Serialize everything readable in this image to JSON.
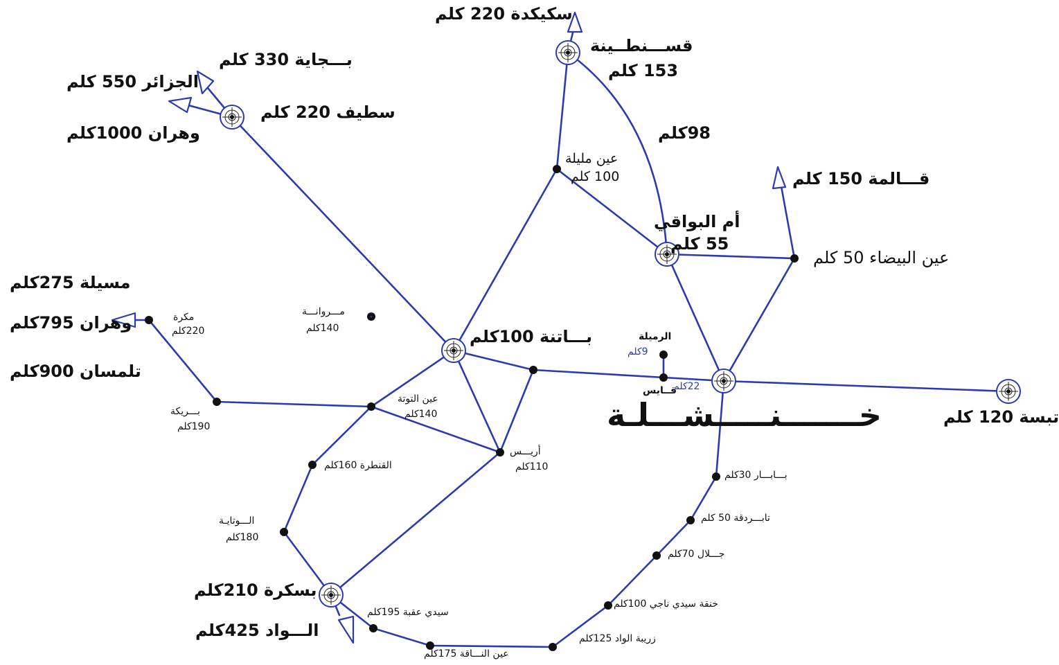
{
  "colors": {
    "road": "#2a3bb0",
    "node": "#111111",
    "text": "#111111",
    "accent_text": "#2a3bb0"
  },
  "title": "خـــــــنـــــشـــلـة",
  "labels": {
    "skikda": "سكيكدة  220 كلم",
    "constantine_name": "قســـنطــينة",
    "constantine_km": "153 كلم",
    "bejaia": "بـــجاية   330 كلم",
    "alger": "الجزائر   550 كلم",
    "setif": "سطيف   220 كلم",
    "oran_north": "وهران 1000كلم",
    "d98": "98كلم",
    "ain_mlila_name": "عين مليلة",
    "ain_mlila_km": "100 كلم",
    "guelma": "قـــالمة   150 كلم",
    "oum_name": "أم البواقي",
    "oum_km": "55 كلم",
    "ain_beida": "عين البيضاء 50 كلم",
    "msila": "مسيلة 275كلم",
    "oran_west": "وهران 795كلم",
    "tlemcen": "تلمسان 900كلم",
    "mekra_name": "مكرة",
    "mekra_km": "220كلم",
    "merouana_name": "مـــروانـــة",
    "merouana_km": "140كلم",
    "batna": "بـــاتنة 100كلم",
    "rmila": "الرميلة",
    "rmila_km": "9كلم",
    "kais": "قــايس",
    "kais_km": "22كلم",
    "tebessa": "تبسة  120 كلم",
    "ain_touta_name": "عين التوتة",
    "ain_touta_km": "140كلم",
    "barika_name": "بـــريكة",
    "barika_km": "190كلم",
    "arris_name": "أريـــس",
    "arris_km": "110كلم",
    "kantara": "القنطرة 160كلم",
    "outaya_name": "الـــوتايـة",
    "outaya_km": "180كلم",
    "babar": "بـــابـــار 30كلم",
    "tabardga": "تابـــردقة 50 كلم",
    "djellal": "جـــلال 70كلم",
    "khenguet": "خنقة سيدي ناجي 100كلم",
    "biskra": "بسكرة 210كلم",
    "eloued": "الـــواد 425كلم",
    "sidi_okba": "سيدي عقبة 195كلم",
    "zeribet": "زريبة الواد 125كلم",
    "ain_naga": "عين النـــاقة 175كلم"
  }
}
